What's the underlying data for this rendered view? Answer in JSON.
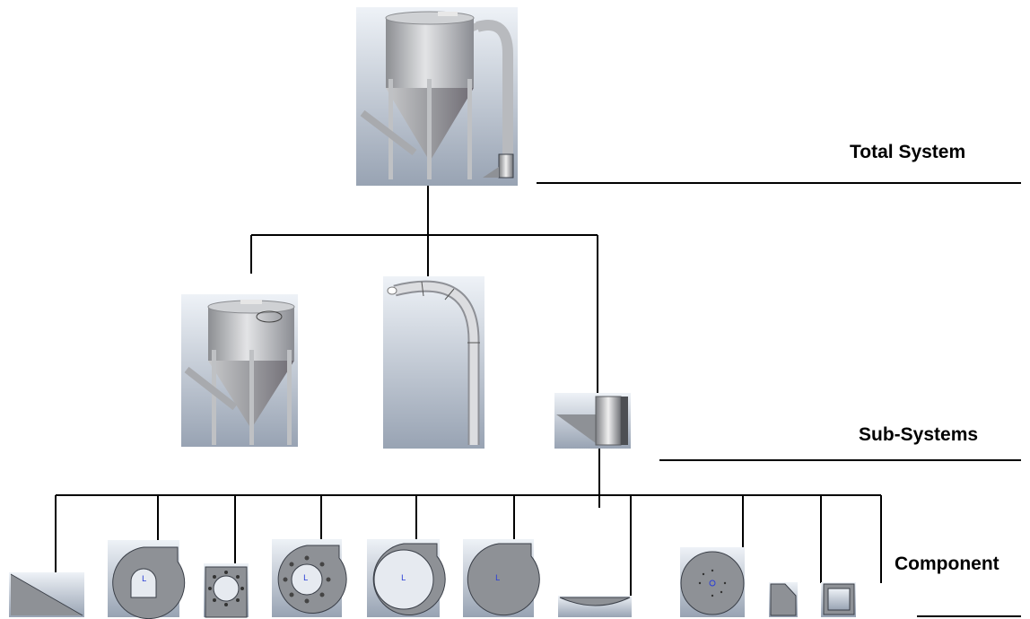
{
  "levels": {
    "total": "Total System",
    "sub": "Sub-Systems",
    "component": "Component"
  },
  "colors": {
    "line": "#000000",
    "image_bg_light": "#e8edf3",
    "image_bg_dark": "#9fa9b7",
    "metal_light": "#d7d9dc",
    "metal_dark": "#8d8f94",
    "part_gray": "#8e9196",
    "axis_blue": "#2b3fd6"
  },
  "icons": [
    "silo-assembly-icon",
    "silo-hopper-icon",
    "pneumatic-duct-icon",
    "blower-fan-icon"
  ]
}
